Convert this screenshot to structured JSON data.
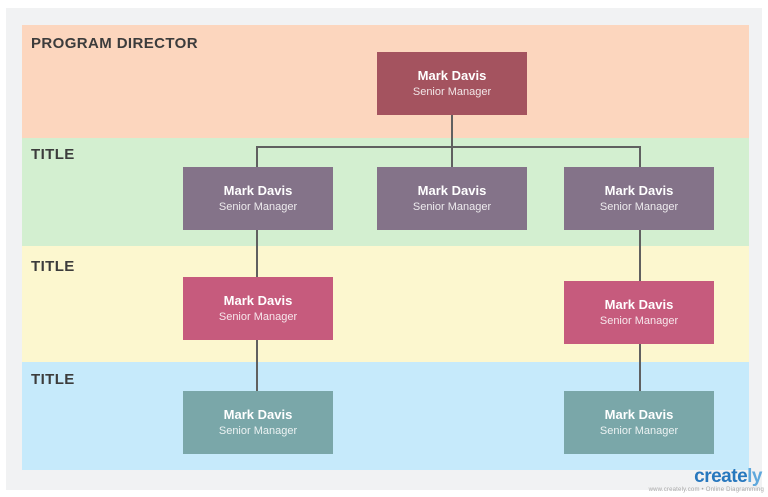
{
  "lanes": [
    {
      "label": "PROGRAM DIRECTOR",
      "bg": "#FCD6BE"
    },
    {
      "label": "TITLE",
      "bg": "#D3EFD0"
    },
    {
      "label": "TITLE",
      "bg": "#FCF7CF"
    },
    {
      "label": "TITLE",
      "bg": "#C6EAFB"
    }
  ],
  "nodes": [
    {
      "name": "Mark Davis",
      "role": "Senior Manager",
      "color": "#A4535F",
      "level": "director"
    },
    {
      "name": "Mark Davis",
      "role": "Senior Manager",
      "color": "#847389",
      "level": "row-2"
    },
    {
      "name": "Mark Davis",
      "role": "Senior Manager",
      "color": "#847389",
      "level": "row-2"
    },
    {
      "name": "Mark Davis",
      "role": "Senior Manager",
      "color": "#847389",
      "level": "row-2"
    },
    {
      "name": "Mark Davis",
      "role": "Senior Manager",
      "color": "#C65B7D",
      "level": "row-3"
    },
    {
      "name": "Mark Davis",
      "role": "Senior Manager",
      "color": "#C65B7D",
      "level": "row-3"
    },
    {
      "name": "Mark Davis",
      "role": "Senior Manager",
      "color": "#7AA7A9",
      "level": "row-4"
    },
    {
      "name": "Mark Davis",
      "role": "Senior Manager",
      "color": "#7AA7A9",
      "level": "row-4"
    }
  ],
  "connector_color": "#606060",
  "canvas_color": "#F1F2F3",
  "watermark": {
    "brand_primary": "create",
    "brand_secondary": "ly",
    "brand_color_primary": "#2878BE",
    "brand_color_secondary": "#5FA8DC",
    "bulb_color": "#F7A919",
    "tagline": "www.creately.com • Online Diagramming"
  }
}
